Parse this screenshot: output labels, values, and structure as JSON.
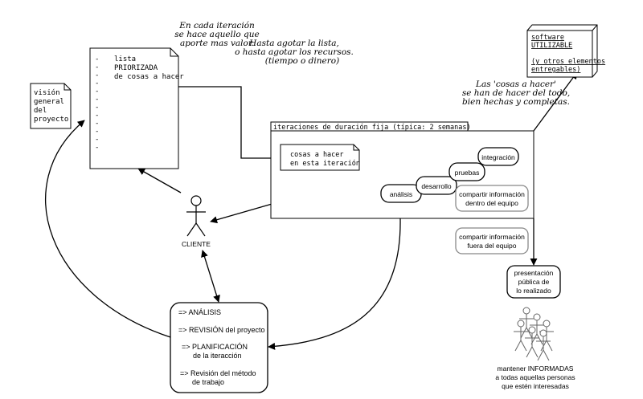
{
  "notes": {
    "iteration_value": [
      "En cada iteración",
      "se hace aquello que",
      "aporte mas valor."
    ],
    "until_exhausted": [
      "Hasta agotar la lista,",
      "o hasta agotar los recursos.",
      "(tiempo o dinero)"
    ],
    "things_to_do": [
      "Las 'cosas a hacer'",
      "se han de hacer del todo,",
      "bien hechas y completas."
    ]
  },
  "vision_doc": [
    "visión",
    "general",
    "del",
    "proyecto"
  ],
  "priority_list": {
    "lines": [
      "lista",
      "PRIORIZADA",
      "de cosas a hacer"
    ],
    "bullet": "-"
  },
  "software_box": [
    "software",
    "UTILIZABLE",
    "",
    "(y otros elementos",
    " entregables)"
  ],
  "iteration_box": {
    "title": "iteraciones de duración fija   (típica: 2 semanas)",
    "todo_doc": [
      "cosas a hacer",
      "en esta iteración"
    ],
    "steps": {
      "analysis": "análisis",
      "development": "desarrollo",
      "tests": "pruebas",
      "integration": "integración"
    },
    "share_inside": [
      "compartir información",
      "dentro del equipo"
    ]
  },
  "share_outside": [
    "compartir información",
    "fuera del equipo"
  ],
  "client_label": "CLIENTE",
  "presentation": [
    "presentación",
    "pública de",
    "lo realizado"
  ],
  "stakeholders": [
    "mantener INFORMADAS",
    "a todas aquellas personas",
    "que estén interesadas"
  ],
  "activities": [
    [
      "=> ANÁLISIS"
    ],
    [
      "=> REVISIÓN del proyecto"
    ],
    [
      "=> PLANIFICACIÓN",
      "de la iteracción"
    ],
    [
      "=> Revisión del método",
      "de trabajo"
    ]
  ]
}
